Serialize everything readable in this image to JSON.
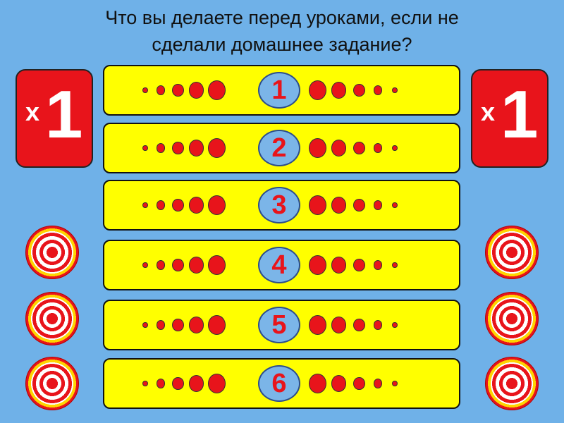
{
  "question": {
    "line1": "Что вы делаете перед уроками, если не",
    "line2": "сделали домашнее задание?"
  },
  "multiplier_left": {
    "symbol": "х",
    "value": "1"
  },
  "multiplier_right": {
    "symbol": "х",
    "value": "1"
  },
  "answers": [
    {
      "number": "1"
    },
    {
      "number": "2"
    },
    {
      "number": "3"
    },
    {
      "number": "4"
    },
    {
      "number": "5"
    },
    {
      "number": "6"
    }
  ],
  "colors": {
    "background": "#6fb1e8",
    "answer_panel": "#ffff00",
    "accent_red": "#e8141b",
    "number_badge": "#7bb5e8"
  },
  "icons": {
    "target": "target-icon"
  }
}
